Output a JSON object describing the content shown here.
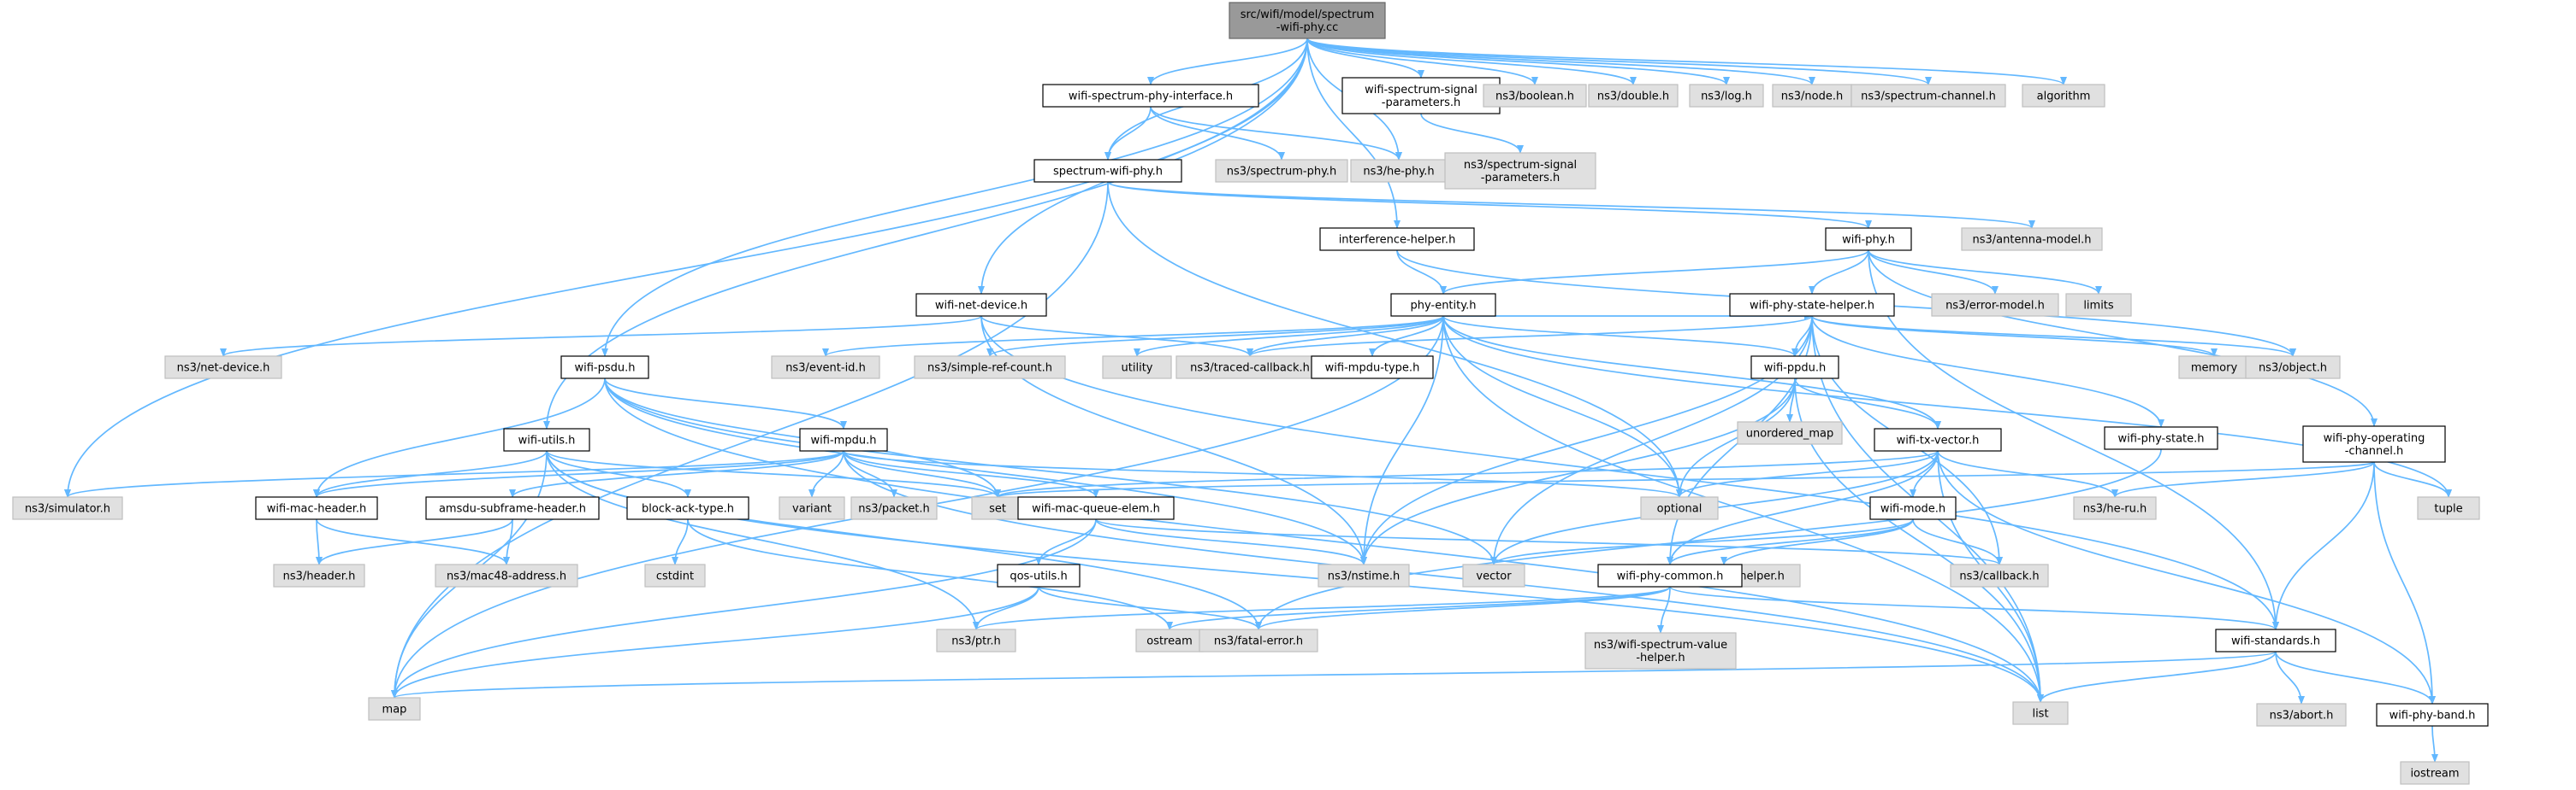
{
  "diagram": {
    "kind": "include-dependency-graph",
    "colors": {
      "edge": "#63b8ff",
      "root_fill": "#999999",
      "root_stroke": "#666666",
      "local_fill": "#ffffff",
      "local_stroke": "#000000",
      "external_fill": "#e0e0e0",
      "external_stroke": "#bfbfbf"
    },
    "nodes": [
      {
        "id": "root",
        "lines": [
          "src/wifi/model/spectrum",
          "-wifi-phy.cc"
        ],
        "kind": "root"
      },
      {
        "id": "wspi",
        "lines": [
          "wifi-spectrum-phy-interface.h"
        ],
        "kind": "local"
      },
      {
        "id": "wssp",
        "lines": [
          "wifi-spectrum-signal",
          "-parameters.h"
        ],
        "kind": "local"
      },
      {
        "id": "bool",
        "lines": [
          "ns3/boolean.h"
        ],
        "kind": "external"
      },
      {
        "id": "dbl",
        "lines": [
          "ns3/double.h"
        ],
        "kind": "external"
      },
      {
        "id": "log",
        "lines": [
          "ns3/log.h"
        ],
        "kind": "external"
      },
      {
        "id": "node",
        "lines": [
          "ns3/node.h"
        ],
        "kind": "external"
      },
      {
        "id": "spch",
        "lines": [
          "ns3/spectrum-channel.h"
        ],
        "kind": "external"
      },
      {
        "id": "algo",
        "lines": [
          "algorithm"
        ],
        "kind": "external"
      },
      {
        "id": "swp",
        "lines": [
          "spectrum-wifi-phy.h"
        ],
        "kind": "local"
      },
      {
        "id": "sphy",
        "lines": [
          "ns3/spectrum-phy.h"
        ],
        "kind": "external"
      },
      {
        "id": "hephy",
        "lines": [
          "ns3/he-phy.h"
        ],
        "kind": "external"
      },
      {
        "id": "nssp",
        "lines": [
          "ns3/spectrum-signal",
          "-parameters.h"
        ],
        "kind": "external"
      },
      {
        "id": "antm",
        "lines": [
          "ns3/antenna-model.h"
        ],
        "kind": "external"
      },
      {
        "id": "ih",
        "lines": [
          "interference-helper.h"
        ],
        "kind": "local"
      },
      {
        "id": "wphy",
        "lines": [
          "wifi-phy.h"
        ],
        "kind": "local"
      },
      {
        "id": "wnd",
        "lines": [
          "wifi-net-device.h"
        ],
        "kind": "local"
      },
      {
        "id": "pe",
        "lines": [
          "phy-entity.h"
        ],
        "kind": "local"
      },
      {
        "id": "errm",
        "lines": [
          "ns3/error-model.h"
        ],
        "kind": "external"
      },
      {
        "id": "limits",
        "lines": [
          "limits"
        ],
        "kind": "external"
      },
      {
        "id": "wpsh",
        "lines": [
          "wifi-phy-state-helper.h"
        ],
        "kind": "local"
      },
      {
        "id": "memory",
        "lines": [
          "memory"
        ],
        "kind": "external"
      },
      {
        "id": "obj",
        "lines": [
          "ns3/object.h"
        ],
        "kind": "external"
      },
      {
        "id": "netdev",
        "lines": [
          "ns3/net-device.h"
        ],
        "kind": "external"
      },
      {
        "id": "evid",
        "lines": [
          "ns3/event-id.h"
        ],
        "kind": "external"
      },
      {
        "id": "src",
        "lines": [
          "ns3/simple-ref-count.h"
        ],
        "kind": "external"
      },
      {
        "id": "util",
        "lines": [
          "utility"
        ],
        "kind": "external"
      },
      {
        "id": "tcb",
        "lines": [
          "ns3/traced-callback.h"
        ],
        "kind": "external"
      },
      {
        "id": "wmt",
        "lines": [
          "wifi-mpdu-type.h"
        ],
        "kind": "local"
      },
      {
        "id": "wppdu",
        "lines": [
          "wifi-ppdu.h"
        ],
        "kind": "local"
      },
      {
        "id": "wpsd",
        "lines": [
          "wifi-psdu.h"
        ],
        "kind": "local"
      },
      {
        "id": "umap",
        "lines": [
          "unordered_map"
        ],
        "kind": "external"
      },
      {
        "id": "wpst",
        "lines": [
          "wifi-phy-state.h"
        ],
        "kind": "local"
      },
      {
        "id": "wpoc",
        "lines": [
          "wifi-phy-operating",
          "-channel.h"
        ],
        "kind": "local"
      },
      {
        "id": "tuple",
        "lines": [
          "tuple"
        ],
        "kind": "external"
      },
      {
        "id": "wutil",
        "lines": [
          "wifi-utils.h"
        ],
        "kind": "local"
      },
      {
        "id": "wmpdu",
        "lines": [
          "wifi-mpdu.h"
        ],
        "kind": "local"
      },
      {
        "id": "wtxv",
        "lines": [
          "wifi-tx-vector.h"
        ],
        "kind": "local"
      },
      {
        "id": "opt",
        "lines": [
          "optional"
        ],
        "kind": "external"
      },
      {
        "id": "sim",
        "lines": [
          "ns3/simulator.h"
        ],
        "kind": "external"
      },
      {
        "id": "wmh",
        "lines": [
          "wifi-mac-header.h"
        ],
        "kind": "local"
      },
      {
        "id": "amsdu",
        "lines": [
          "amsdu-subframe-header.h"
        ],
        "kind": "local"
      },
      {
        "id": "bat",
        "lines": [
          "block-ack-type.h"
        ],
        "kind": "local"
      },
      {
        "id": "variant",
        "lines": [
          "variant"
        ],
        "kind": "external"
      },
      {
        "id": "packet",
        "lines": [
          "ns3/packet.h"
        ],
        "kind": "external"
      },
      {
        "id": "set",
        "lines": [
          "set"
        ],
        "kind": "external"
      },
      {
        "id": "wmqe",
        "lines": [
          "wifi-mac-queue-elem.h"
        ],
        "kind": "local"
      },
      {
        "id": "wmode",
        "lines": [
          "wifi-mode.h"
        ],
        "kind": "local"
      },
      {
        "id": "heru",
        "lines": [
          "ns3/he-ru.h"
        ],
        "kind": "external"
      },
      {
        "id": "hdr",
        "lines": [
          "ns3/header.h"
        ],
        "kind": "external"
      },
      {
        "id": "mac48",
        "lines": [
          "ns3/mac48-address.h"
        ],
        "kind": "external"
      },
      {
        "id": "cstdint",
        "lines": [
          "cstdint"
        ],
        "kind": "external"
      },
      {
        "id": "qos",
        "lines": [
          "qos-utils.h"
        ],
        "kind": "local"
      },
      {
        "id": "vector",
        "lines": [
          "vector"
        ],
        "kind": "external"
      },
      {
        "id": "nstime",
        "lines": [
          "ns3/nstime.h"
        ],
        "kind": "external"
      },
      {
        "id": "attrh",
        "lines": [
          "ns3/attribute-helper.h"
        ],
        "kind": "external"
      },
      {
        "id": "cb",
        "lines": [
          "ns3/callback.h"
        ],
        "kind": "external"
      },
      {
        "id": "wpc",
        "lines": [
          "wifi-phy-common.h"
        ],
        "kind": "local"
      },
      {
        "id": "ptr",
        "lines": [
          "ns3/ptr.h"
        ],
        "kind": "external"
      },
      {
        "id": "ostream",
        "lines": [
          "ostream"
        ],
        "kind": "external"
      },
      {
        "id": "fatal",
        "lines": [
          "ns3/fatal-error.h"
        ],
        "kind": "external"
      },
      {
        "id": "wsvh",
        "lines": [
          "ns3/wifi-spectrum-value",
          "-helper.h"
        ],
        "kind": "external"
      },
      {
        "id": "wstd",
        "lines": [
          "wifi-standards.h"
        ],
        "kind": "local"
      },
      {
        "id": "map",
        "lines": [
          "map"
        ],
        "kind": "external"
      },
      {
        "id": "list",
        "lines": [
          "list"
        ],
        "kind": "external"
      },
      {
        "id": "abort",
        "lines": [
          "ns3/abort.h"
        ],
        "kind": "external"
      },
      {
        "id": "wpb",
        "lines": [
          "wifi-phy-band.h"
        ],
        "kind": "local"
      },
      {
        "id": "iostream",
        "lines": [
          "iostream"
        ],
        "kind": "external"
      }
    ],
    "edges": [
      [
        "root",
        "wspi"
      ],
      [
        "root",
        "wssp"
      ],
      [
        "root",
        "bool"
      ],
      [
        "root",
        "dbl"
      ],
      [
        "root",
        "log"
      ],
      [
        "root",
        "node"
      ],
      [
        "root",
        "spch"
      ],
      [
        "root",
        "algo"
      ],
      [
        "root",
        "swp"
      ],
      [
        "root",
        "hephy"
      ],
      [
        "root",
        "ih"
      ],
      [
        "root",
        "wnd"
      ],
      [
        "root",
        "wpsd"
      ],
      [
        "root",
        "wutil"
      ],
      [
        "root",
        "sim"
      ],
      [
        "wspi",
        "swp"
      ],
      [
        "wspi",
        "sphy"
      ],
      [
        "wspi",
        "hephy"
      ],
      [
        "wssp",
        "nssp"
      ],
      [
        "swp",
        "wphy"
      ],
      [
        "swp",
        "antm"
      ],
      [
        "swp",
        "map"
      ],
      [
        "swp",
        "opt"
      ],
      [
        "ih",
        "pe"
      ],
      [
        "ih",
        "obj"
      ],
      [
        "wphy",
        "pe"
      ],
      [
        "wphy",
        "wpsh"
      ],
      [
        "wphy",
        "errm"
      ],
      [
        "wphy",
        "limits"
      ],
      [
        "wphy",
        "wpoc"
      ],
      [
        "wphy",
        "wstd"
      ],
      [
        "wnd",
        "netdev"
      ],
      [
        "wnd",
        "tcb"
      ],
      [
        "wnd",
        "wstd"
      ],
      [
        "wnd",
        "nstime"
      ],
      [
        "pe",
        "wpsh"
      ],
      [
        "pe",
        "wppdu"
      ],
      [
        "pe",
        "wtxv"
      ],
      [
        "pe",
        "wmt"
      ],
      [
        "pe",
        "evid"
      ],
      [
        "pe",
        "src"
      ],
      [
        "pe",
        "util"
      ],
      [
        "pe",
        "tcb"
      ],
      [
        "pe",
        "nstime"
      ],
      [
        "pe",
        "opt"
      ],
      [
        "pe",
        "list"
      ],
      [
        "pe",
        "tuple"
      ],
      [
        "pe",
        "map"
      ],
      [
        "wpsh",
        "wppdu"
      ],
      [
        "wpsh",
        "wpst"
      ],
      [
        "wpsh",
        "memory"
      ],
      [
        "wpsh",
        "obj"
      ],
      [
        "wpsh",
        "tcb"
      ],
      [
        "wpsh",
        "list"
      ],
      [
        "wpsh",
        "vector"
      ],
      [
        "wpsh",
        "nstime"
      ],
      [
        "wpsh",
        "cb"
      ],
      [
        "wpsh",
        "wpc"
      ],
      [
        "wpsd",
        "wmpdu"
      ],
      [
        "wpsd",
        "wmh"
      ],
      [
        "wpsd",
        "set"
      ],
      [
        "wpsd",
        "vector"
      ],
      [
        "wpsd",
        "nstime"
      ],
      [
        "wpsd",
        "list"
      ],
      [
        "wppdu",
        "wtxv"
      ],
      [
        "wppdu",
        "umap"
      ],
      [
        "wppdu",
        "opt"
      ],
      [
        "wppdu",
        "list"
      ],
      [
        "wppdu",
        "nstime"
      ],
      [
        "wpst",
        "fatal"
      ],
      [
        "wpoc",
        "wstd"
      ],
      [
        "wpoc",
        "wpb"
      ],
      [
        "wpoc",
        "heru"
      ],
      [
        "wpoc",
        "tuple"
      ],
      [
        "wpoc",
        "set"
      ],
      [
        "wutil",
        "block"
      ],
      [
        "wutil",
        "bat"
      ],
      [
        "wutil",
        "wmh"
      ],
      [
        "wutil",
        "fatal"
      ],
      [
        "wutil",
        "map"
      ],
      [
        "wutil",
        "list"
      ],
      [
        "wutil",
        "ptr"
      ],
      [
        "wutil",
        "set"
      ],
      [
        "wmpdu",
        "wmh"
      ],
      [
        "wmpdu",
        "amsdu"
      ],
      [
        "wmpdu",
        "wmqe"
      ],
      [
        "wmpdu",
        "variant"
      ],
      [
        "wmpdu",
        "packet"
      ],
      [
        "wmpdu",
        "set"
      ],
      [
        "wmpdu",
        "sim"
      ],
      [
        "wmpdu",
        "list"
      ],
      [
        "wmpdu",
        "opt"
      ],
      [
        "wtxv",
        "wmode"
      ],
      [
        "wtxv",
        "wpc"
      ],
      [
        "wtxv",
        "heru"
      ],
      [
        "wtxv",
        "wpb"
      ],
      [
        "wtxv",
        "list"
      ],
      [
        "wtxv",
        "vector"
      ],
      [
        "wtxv",
        "set"
      ],
      [
        "wtxv",
        "opt"
      ],
      [
        "wmh",
        "hdr"
      ],
      [
        "wmh",
        "mac48"
      ],
      [
        "amsdu",
        "hdr"
      ],
      [
        "amsdu",
        "mac48"
      ],
      [
        "bat",
        "cstdint"
      ],
      [
        "bat",
        "ostream"
      ],
      [
        "wmqe",
        "qos"
      ],
      [
        "wmqe",
        "nstime"
      ],
      [
        "wmqe",
        "cb"
      ],
      [
        "wmqe",
        "map"
      ],
      [
        "wmode",
        "attrh"
      ],
      [
        "wmode",
        "cb"
      ],
      [
        "wmode",
        "vector"
      ],
      [
        "wmode",
        "wpc"
      ],
      [
        "qos",
        "ptr"
      ],
      [
        "qos",
        "fatal"
      ],
      [
        "qos",
        "map"
      ],
      [
        "wpc",
        "ptr"
      ],
      [
        "wpc",
        "fatal"
      ],
      [
        "wpc",
        "ostream"
      ],
      [
        "wpc",
        "wsvh"
      ],
      [
        "wpc",
        "wstd"
      ],
      [
        "wstd",
        "map"
      ],
      [
        "wstd",
        "list"
      ],
      [
        "wstd",
        "abort"
      ],
      [
        "wstd",
        "wpb"
      ],
      [
        "wpb",
        "iostream"
      ]
    ]
  }
}
